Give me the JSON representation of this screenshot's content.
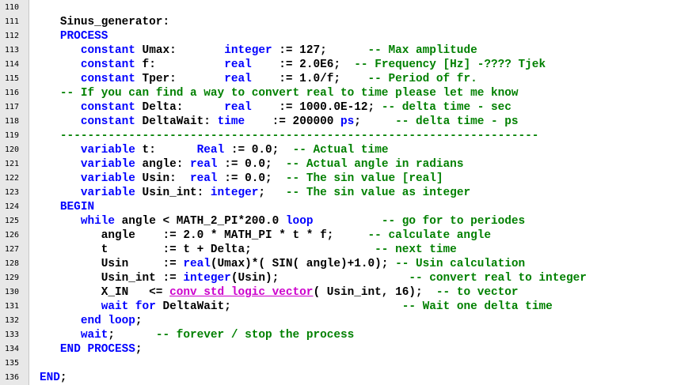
{
  "editor": {
    "colors": {
      "keyword": "#0000ff",
      "comment": "#008000",
      "function": "#cc00cc",
      "text": "#000000",
      "gutter": "#e8e8e8"
    },
    "lines": [
      {
        "number": "110",
        "segments": []
      },
      {
        "number": "111",
        "segments": [
          {
            "text": "   Sinus_generator:",
            "style": "pl"
          }
        ]
      },
      {
        "number": "112",
        "segments": [
          {
            "text": "   PROCESS",
            "style": "kw"
          }
        ]
      },
      {
        "number": "113",
        "segments": [
          {
            "text": "      ",
            "style": "pl"
          },
          {
            "text": "constant",
            "style": "kw"
          },
          {
            "text": " Umax:       ",
            "style": "pl"
          },
          {
            "text": "integer",
            "style": "kw"
          },
          {
            "text": " := 127;      ",
            "style": "pl"
          },
          {
            "text": "-- Max amplitude",
            "style": "cm"
          }
        ]
      },
      {
        "number": "114",
        "segments": [
          {
            "text": "      ",
            "style": "pl"
          },
          {
            "text": "constant",
            "style": "kw"
          },
          {
            "text": " f:          ",
            "style": "pl"
          },
          {
            "text": "real",
            "style": "kw"
          },
          {
            "text": "    := 2.0E6;  ",
            "style": "pl"
          },
          {
            "text": "-- Frequency [Hz] -???? Tjek",
            "style": "cm"
          }
        ]
      },
      {
        "number": "115",
        "segments": [
          {
            "text": "      ",
            "style": "pl"
          },
          {
            "text": "constant",
            "style": "kw"
          },
          {
            "text": " Tper:       ",
            "style": "pl"
          },
          {
            "text": "real",
            "style": "kw"
          },
          {
            "text": "    := 1.0/f;    ",
            "style": "pl"
          },
          {
            "text": "-- Period of fr.",
            "style": "cm"
          }
        ]
      },
      {
        "number": "116",
        "segments": [
          {
            "text": "   ",
            "style": "pl"
          },
          {
            "text": "-- If you can find a way to convert real to time please let me know",
            "style": "cm"
          }
        ]
      },
      {
        "number": "117",
        "segments": [
          {
            "text": "      ",
            "style": "pl"
          },
          {
            "text": "constant",
            "style": "kw"
          },
          {
            "text": " Delta:      ",
            "style": "pl"
          },
          {
            "text": "real",
            "style": "kw"
          },
          {
            "text": "    := 1000.0E-12; ",
            "style": "pl"
          },
          {
            "text": "-- delta time - sec",
            "style": "cm"
          }
        ]
      },
      {
        "number": "118",
        "segments": [
          {
            "text": "      ",
            "style": "pl"
          },
          {
            "text": "constant",
            "style": "kw"
          },
          {
            "text": " DeltaWait: ",
            "style": "pl"
          },
          {
            "text": "time",
            "style": "kw"
          },
          {
            "text": "    := 200000 ",
            "style": "pl"
          },
          {
            "text": "ps",
            "style": "kw"
          },
          {
            "text": ";     ",
            "style": "pl"
          },
          {
            "text": "-- delta time - ps",
            "style": "cm"
          }
        ]
      },
      {
        "number": "119",
        "segments": [
          {
            "text": "   ",
            "style": "pl"
          },
          {
            "text": "----------------------------------------------------------------------",
            "style": "cm"
          }
        ]
      },
      {
        "number": "120",
        "segments": [
          {
            "text": "      ",
            "style": "pl"
          },
          {
            "text": "variable",
            "style": "kw"
          },
          {
            "text": " t:      ",
            "style": "pl"
          },
          {
            "text": "Real",
            "style": "kw"
          },
          {
            "text": " := 0.0;  ",
            "style": "pl"
          },
          {
            "text": "-- Actual time",
            "style": "cm"
          }
        ]
      },
      {
        "number": "121",
        "segments": [
          {
            "text": "      ",
            "style": "pl"
          },
          {
            "text": "variable",
            "style": "kw"
          },
          {
            "text": " angle: ",
            "style": "pl"
          },
          {
            "text": "real",
            "style": "kw"
          },
          {
            "text": " := 0.0;  ",
            "style": "pl"
          },
          {
            "text": "-- Actual angle in radians",
            "style": "cm"
          }
        ]
      },
      {
        "number": "122",
        "segments": [
          {
            "text": "      ",
            "style": "pl"
          },
          {
            "text": "variable",
            "style": "kw"
          },
          {
            "text": " Usin:  ",
            "style": "pl"
          },
          {
            "text": "real",
            "style": "kw"
          },
          {
            "text": " := 0.0;  ",
            "style": "pl"
          },
          {
            "text": "-- The sin value [real]",
            "style": "cm"
          }
        ]
      },
      {
        "number": "123",
        "segments": [
          {
            "text": "      ",
            "style": "pl"
          },
          {
            "text": "variable",
            "style": "kw"
          },
          {
            "text": " Usin_int: ",
            "style": "pl"
          },
          {
            "text": "integer",
            "style": "kw"
          },
          {
            "text": ";   ",
            "style": "pl"
          },
          {
            "text": "-- The sin value as integer",
            "style": "cm"
          }
        ]
      },
      {
        "number": "124",
        "segments": [
          {
            "text": "   BEGIN",
            "style": "kw"
          }
        ]
      },
      {
        "number": "125",
        "segments": [
          {
            "text": "      ",
            "style": "pl"
          },
          {
            "text": "while",
            "style": "kw"
          },
          {
            "text": " angle < MATH_2_PI*200.0 ",
            "style": "pl"
          },
          {
            "text": "loop",
            "style": "kw"
          },
          {
            "text": "          ",
            "style": "pl"
          },
          {
            "text": "-- go for to periodes",
            "style": "cm"
          }
        ]
      },
      {
        "number": "126",
        "segments": [
          {
            "text": "         angle    := 2.0 * MATH_PI * t * f;     ",
            "style": "pl"
          },
          {
            "text": "-- calculate angle",
            "style": "cm"
          }
        ]
      },
      {
        "number": "127",
        "segments": [
          {
            "text": "         t        := t + Delta;                  ",
            "style": "pl"
          },
          {
            "text": "-- next time",
            "style": "cm"
          }
        ]
      },
      {
        "number": "128",
        "segments": [
          {
            "text": "         Usin     := ",
            "style": "pl"
          },
          {
            "text": "real",
            "style": "kw"
          },
          {
            "text": "(Umax)*( SIN( angle)+1.0); ",
            "style": "pl"
          },
          {
            "text": "-- Usin calculation",
            "style": "cm"
          }
        ]
      },
      {
        "number": "129",
        "segments": [
          {
            "text": "         Usin_int := ",
            "style": "pl"
          },
          {
            "text": "integer",
            "style": "kw"
          },
          {
            "text": "(Usin);                   ",
            "style": "pl"
          },
          {
            "text": "-- convert real to integer",
            "style": "cm"
          }
        ]
      },
      {
        "number": "130",
        "segments": [
          {
            "text": "         X_IN   <= ",
            "style": "pl"
          },
          {
            "text": "conv_std_logic_vector",
            "style": "fn"
          },
          {
            "text": "( Usin_int, 16);  ",
            "style": "pl"
          },
          {
            "text": "-- to vector",
            "style": "cm"
          }
        ]
      },
      {
        "number": "131",
        "segments": [
          {
            "text": "         ",
            "style": "pl"
          },
          {
            "text": "wait",
            "style": "kw"
          },
          {
            "text": " ",
            "style": "pl"
          },
          {
            "text": "for",
            "style": "kw"
          },
          {
            "text": " DeltaWait;                         ",
            "style": "pl"
          },
          {
            "text": "-- Wait one delta time",
            "style": "cm"
          }
        ]
      },
      {
        "number": "132",
        "segments": [
          {
            "text": "      ",
            "style": "pl"
          },
          {
            "text": "end loop",
            "style": "kw"
          },
          {
            "text": ";",
            "style": "pl"
          }
        ]
      },
      {
        "number": "133",
        "segments": [
          {
            "text": "      ",
            "style": "pl"
          },
          {
            "text": "wait",
            "style": "kw"
          },
          {
            "text": ";      ",
            "style": "pl"
          },
          {
            "text": "-- forever / stop the process",
            "style": "cm"
          }
        ]
      },
      {
        "number": "134",
        "segments": [
          {
            "text": "   ",
            "style": "pl"
          },
          {
            "text": "END PROCESS",
            "style": "kw"
          },
          {
            "text": ";",
            "style": "pl"
          }
        ]
      },
      {
        "number": "135",
        "segments": []
      },
      {
        "number": "136",
        "segments": [
          {
            "text": "END",
            "style": "kw"
          },
          {
            "text": ";",
            "style": "pl"
          }
        ]
      }
    ]
  }
}
